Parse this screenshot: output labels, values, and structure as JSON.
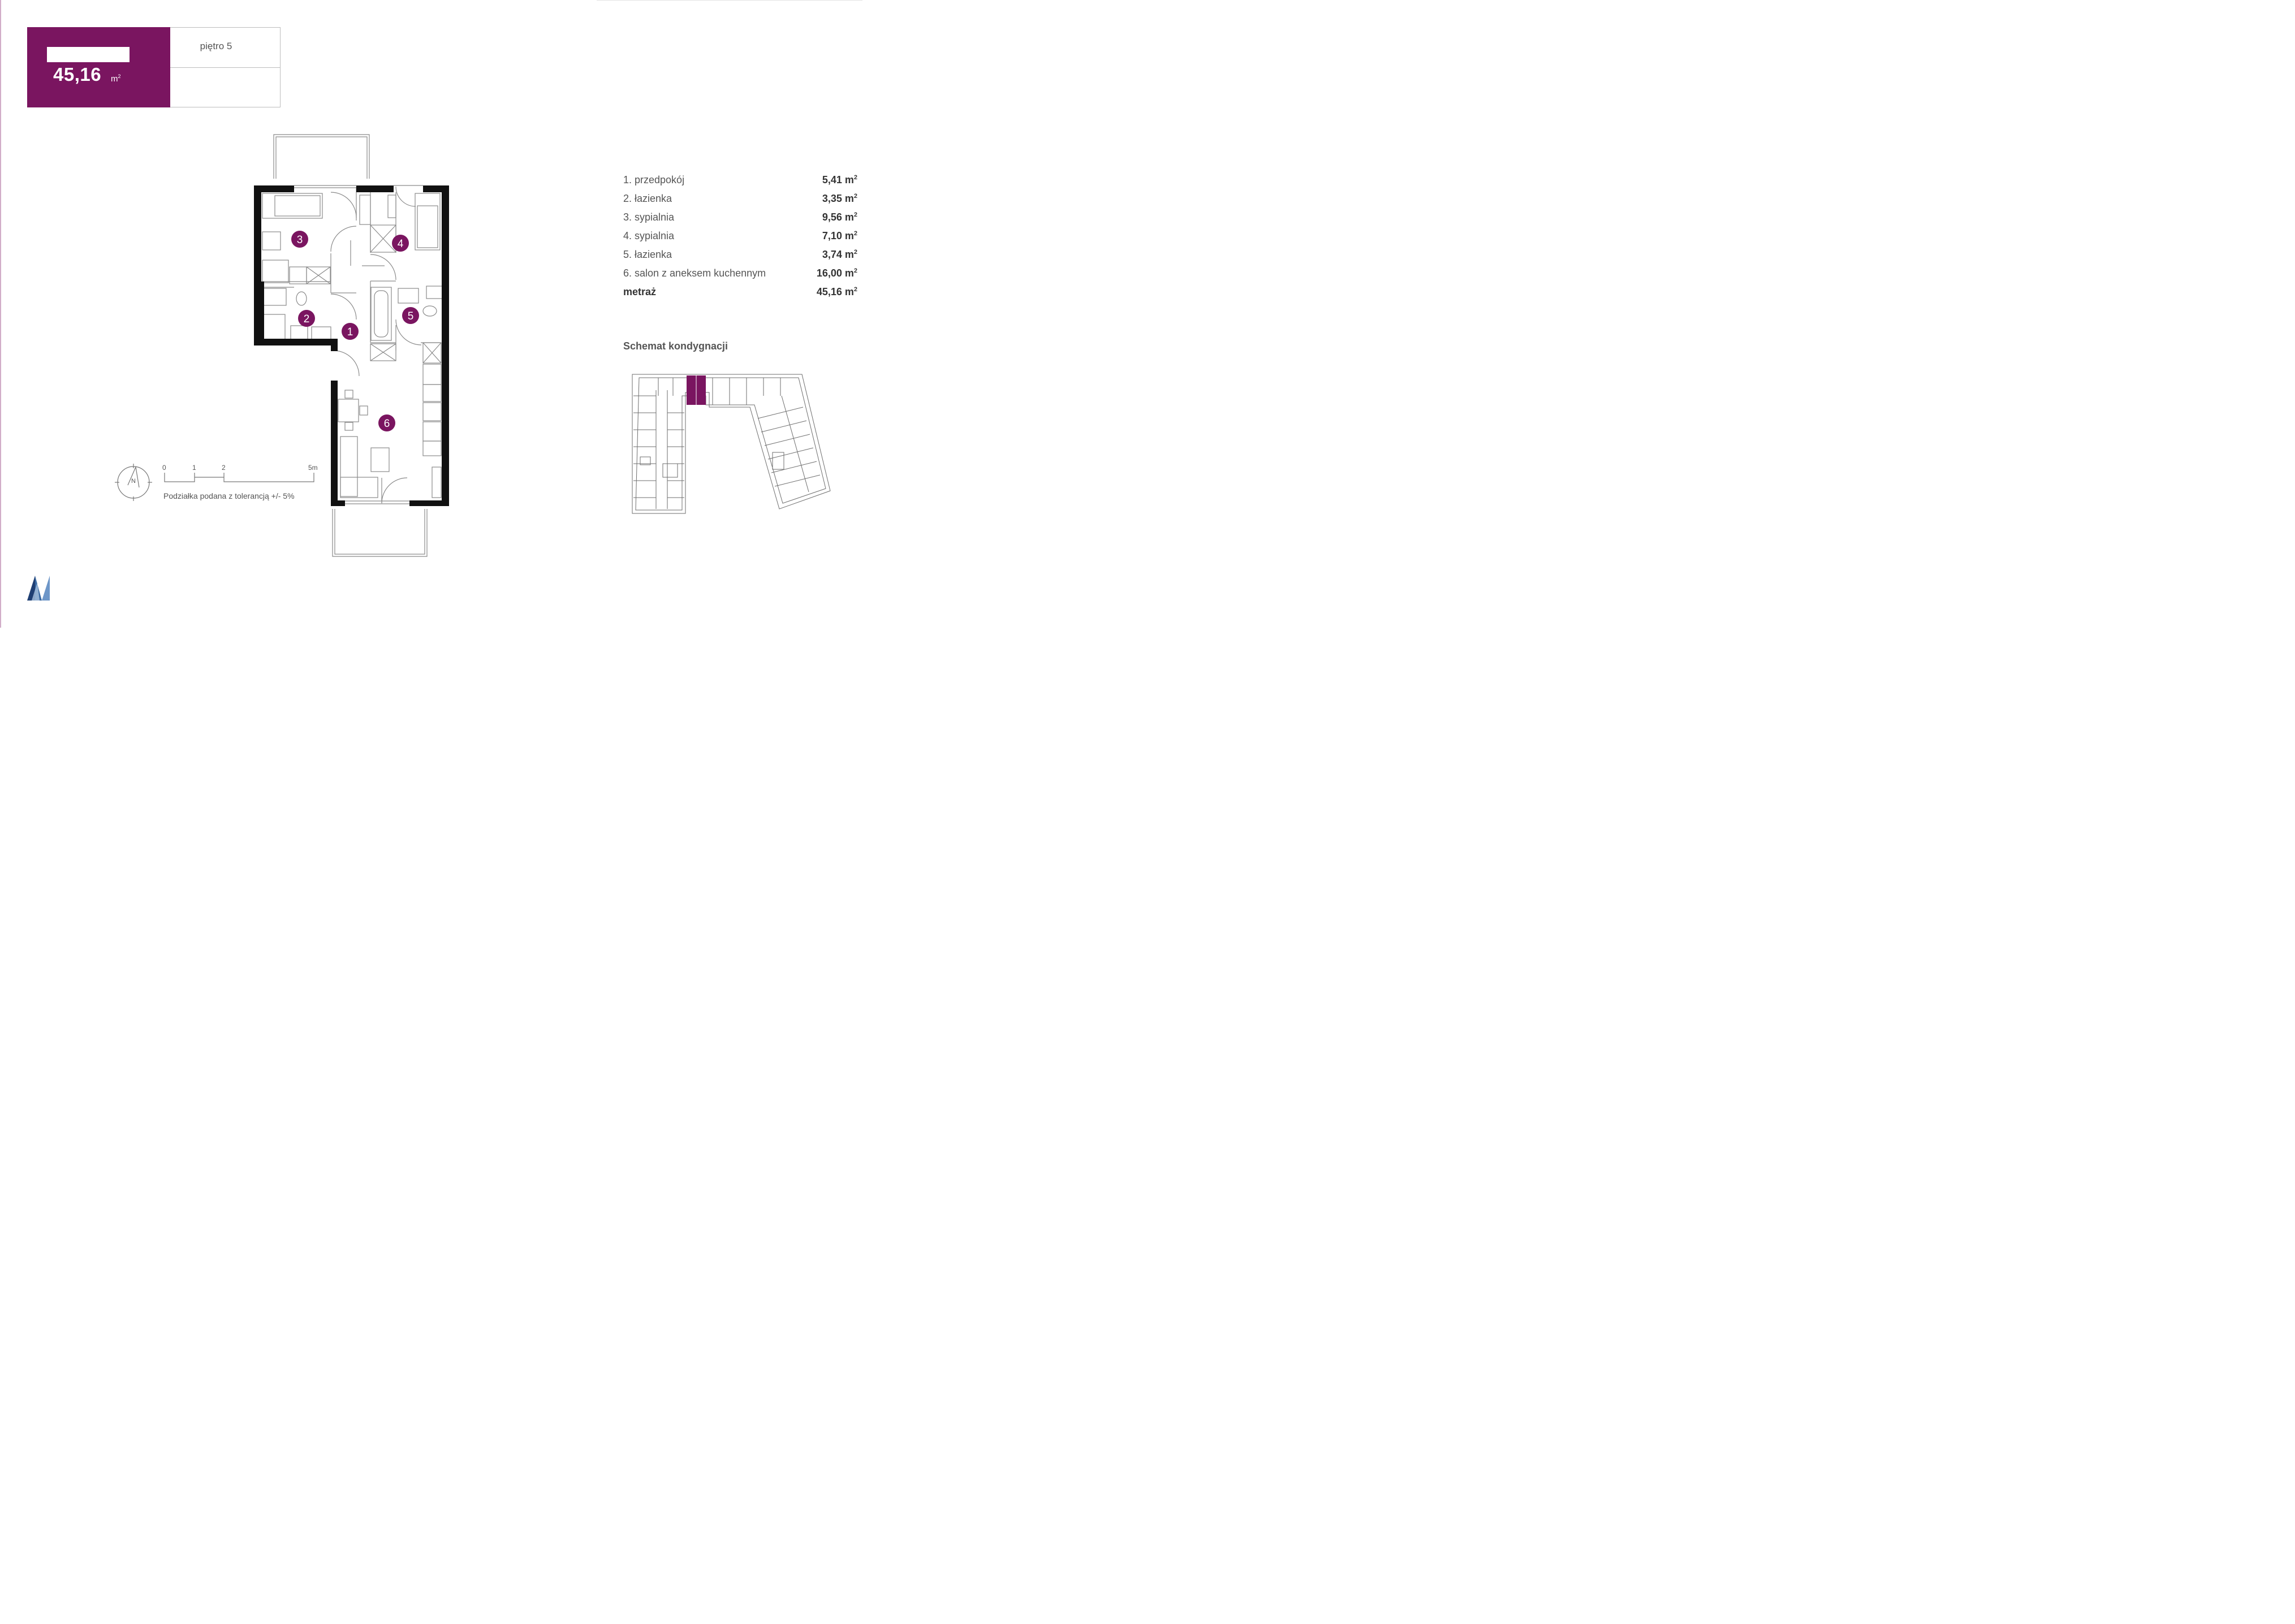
{
  "header": {
    "area_value": "45,16",
    "area_unit": "m",
    "area_unit_exp": "2",
    "floor": "piętro 5"
  },
  "colors": {
    "accent": "#7a1560",
    "wall": "#111111",
    "line": "#8a8a8a",
    "text": "#555555"
  },
  "plan": {
    "room_markers": [
      "1",
      "2",
      "3",
      "4",
      "5",
      "6"
    ]
  },
  "scale": {
    "ticks": [
      "0",
      "1",
      "2",
      "5m"
    ],
    "note": "Podziałka podana z tolerancją +/- 5%",
    "compass_label": "N"
  },
  "rooms": [
    {
      "name": "1. przedpokój",
      "area": "5,41 m",
      "exp": "2"
    },
    {
      "name": "2. łazienka",
      "area": "3,35 m",
      "exp": "2"
    },
    {
      "name": "3. sypialnia",
      "area": "9,56 m",
      "exp": "2"
    },
    {
      "name": "4. sypialnia",
      "area": "7,10 m",
      "exp": "2"
    },
    {
      "name": "5. łazienka",
      "area": "3,74 m",
      "exp": "2"
    },
    {
      "name": "6. salon z aneksem kuchennym",
      "area": "16,00 m",
      "exp": "2"
    }
  ],
  "total": {
    "name": "metraż",
    "area": "45,16 m",
    "exp": "2"
  },
  "schema": {
    "title": "Schemat kondygnacji"
  },
  "logo": {
    "icon": "developer-logo-icon"
  }
}
